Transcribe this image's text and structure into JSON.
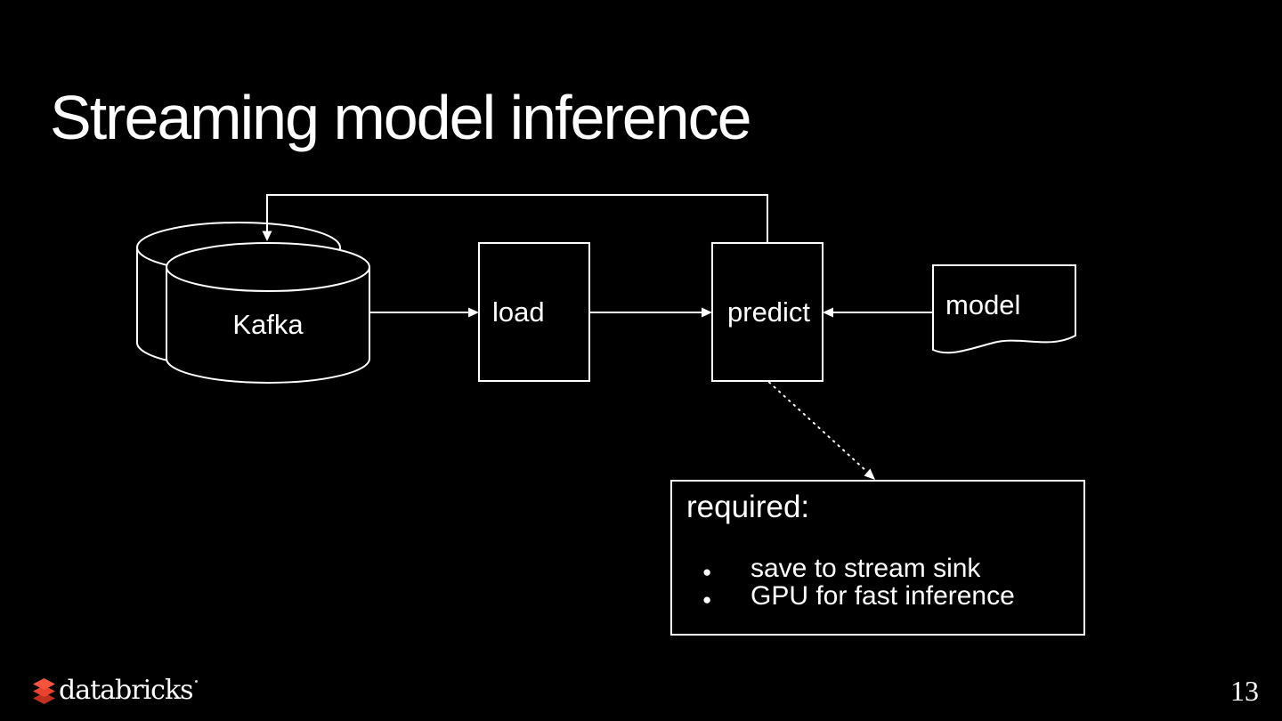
{
  "slide": {
    "title": "Streaming model inference",
    "background_color": "#000000",
    "stroke_color": "#ffffff"
  },
  "diagram": {
    "nodes": [
      {
        "id": "kafka",
        "label": "Kafka",
        "shape": "stacked-cylinders"
      },
      {
        "id": "load",
        "label": "load",
        "shape": "rectangle"
      },
      {
        "id": "predict",
        "label": "predict",
        "shape": "rectangle"
      },
      {
        "id": "model",
        "label": "model",
        "shape": "document"
      }
    ],
    "edges": [
      {
        "from": "kafka",
        "to": "load",
        "style": "solid-arrow"
      },
      {
        "from": "load",
        "to": "predict",
        "style": "solid-arrow"
      },
      {
        "from": "model",
        "to": "predict",
        "style": "solid-arrow"
      },
      {
        "from": "predict",
        "to": "kafka",
        "style": "solid-arrow-feedback-loop"
      },
      {
        "from": "predict",
        "to": "required-note",
        "style": "dotted-arrow"
      }
    ],
    "note": {
      "heading": "required:",
      "bullets": [
        "save to stream sink",
        "GPU for fast inference"
      ],
      "bullet_glyph": "●"
    }
  },
  "footer": {
    "brand_name": "databricks",
    "brand_icon": "databricks-logo-icon",
    "brand_icon_colors": [
      "#F4533C",
      "#E8432E",
      "#C0301F"
    ],
    "page_number": "13"
  }
}
